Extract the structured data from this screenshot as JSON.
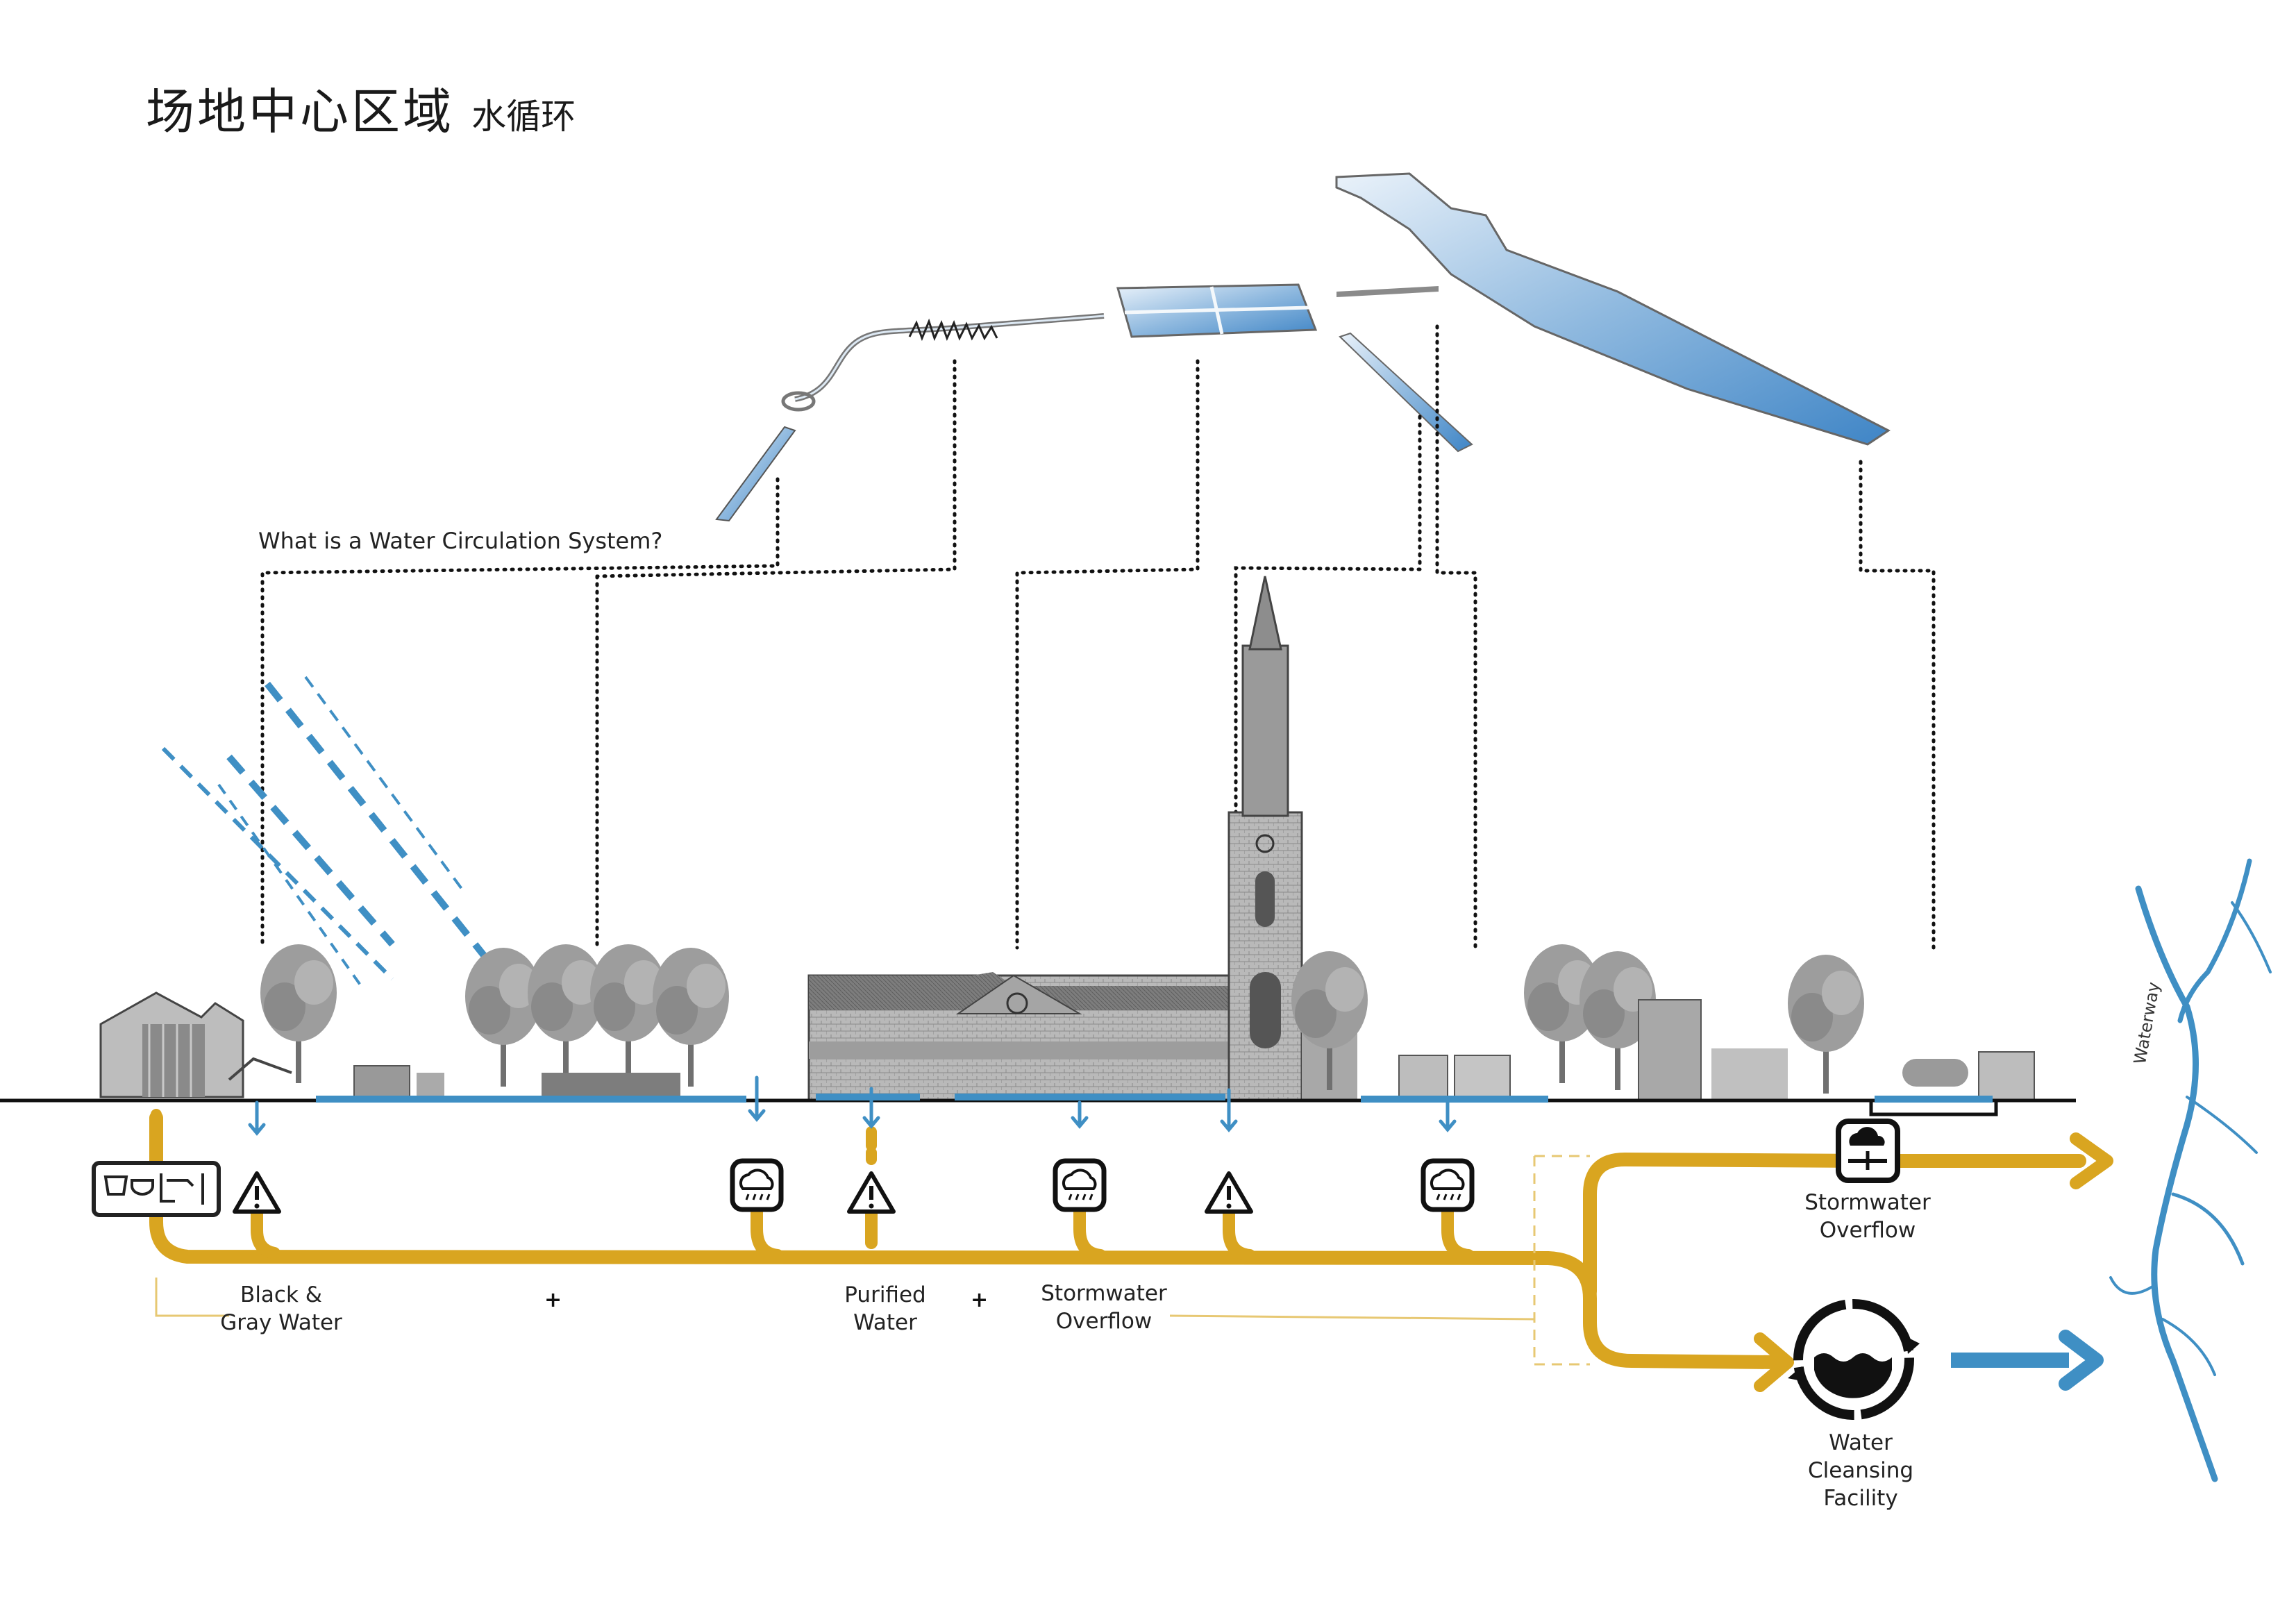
{
  "title": {
    "main": "场地中心区域",
    "sub": "水循环"
  },
  "question": "What is a Water Circulation System?",
  "labels": {
    "black_gray_water": "Black &\nGray Water",
    "purified_water": "Purified\nWater",
    "stormwater_overflow": "Stormwater\nOverflow",
    "stormwater_overflow_right": "Stormwater\nOverflow",
    "water_cleansing": "Water Cleansing\nFacility",
    "waterway": "Waterway",
    "plus": "+"
  },
  "icons": [
    "household-fixtures-icon",
    "warning-icon",
    "rain-icon",
    "warning-icon",
    "rain-icon",
    "warning-icon",
    "rain-icon",
    "stormwater-overflow-icon",
    "water-cleansing-cycle-icon"
  ],
  "colors": {
    "pipe_yellow": "#d9a520",
    "water_blue": "#3f8fc4",
    "ground": "#111111",
    "building_gray": "#9a9a9a",
    "tree_gray": "#8f8f8f"
  }
}
